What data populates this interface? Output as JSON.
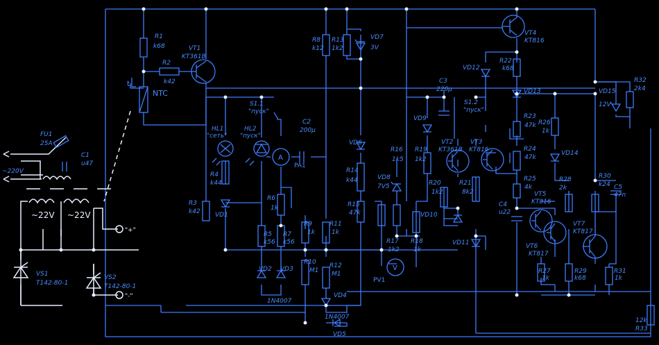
{
  "labels": {
    "R1": "R1",
    "R1_val": "k68",
    "VT1": "VT1",
    "VT1_val": "KT361B",
    "R2": "R2",
    "R2_val": "k42",
    "NTC": "NTC",
    "t": "t",
    "FU1": "FU1",
    "FU1_val": "25A",
    "C1": "C1",
    "C1_val": "u47",
    "mains": "~220V",
    "sec1": "~22V",
    "sec2": "~22V",
    "VS1": "VS1",
    "VS1_val": "T142-80-1",
    "VS2": "VS2",
    "VS2_val": "T142-80-1",
    "term_plus": "\"+\"",
    "term_minus": "\"-\"",
    "HL1": "HL1",
    "HL1_sub": "\"сеть\"",
    "HL2": "HL2",
    "HL2_sub": "\"пуск\"",
    "S11": "S1.1",
    "S11_sub": "\"пуск\"",
    "C2": "C2",
    "C2_val": "200µ",
    "PA1": "PA1",
    "A": "A",
    "R3": "R3",
    "R3_val": "k42",
    "R4": "R4",
    "R4_val": "k44",
    "VD1": "VD1",
    "R5": "R5",
    "R5_val": "k56",
    "R6": "R6",
    "R6_val": "1k",
    "R7": "R7",
    "R7_val": "k56",
    "VD2": "VD2",
    "VD3": "VD3",
    "D_1N4007": "1N4007",
    "R8": "R8",
    "R8_val": "k12",
    "R13": "R13",
    "R13_val": "1k2",
    "VD7": "VD7",
    "VD7_val": "3V",
    "R9": "R9",
    "R9_val": "1k",
    "R10": "R10",
    "R10_val": "M1",
    "R11": "R11",
    "R11_val": "1k",
    "R12": "R12",
    "R12_val": "M1",
    "VD4": "VD4",
    "VD4_val": "1N4007",
    "VD5": "VD5",
    "VD6": "VD6",
    "R14": "R14",
    "R14_val": "k44",
    "R15": "R15",
    "R15_val": "47k",
    "VD8": "VD8",
    "VD8_val": "7V5",
    "R16": "R16",
    "R16_val": "1k5",
    "R17": "R17",
    "R17_val": "1k2",
    "R18": "R18",
    "R18_val": "1k",
    "PV1": "PV1",
    "V": "V",
    "C3": "C3",
    "C3_val": "220µ",
    "VD9": "VD9",
    "R19": "R19",
    "R19_val": "1k2",
    "VT2": "VT2",
    "VT2_val": "KT361B",
    "VT3": "VT3",
    "VT3_val": "KT816",
    "R20": "R20",
    "R20_val": "1k2",
    "R21": "R21",
    "R21_val": "8k2",
    "VD10": "VD10",
    "VD11": "VD11",
    "VD12": "VD12",
    "S12": "S1.2",
    "S12_sub": "\"пуск\"",
    "VT4": "VT4",
    "VT4_val": "KT816",
    "R22": "R22",
    "R22_val": "k68",
    "VD13": "VD13",
    "R23": "R23",
    "R23_val": "47k",
    "R24": "R24",
    "R24_val": "47k",
    "R25": "R25",
    "R25_val": "4k",
    "C4": "C4",
    "C4_val": "u22",
    "VT5": "VT5",
    "VT5_val": "KT816",
    "VT6": "VT6",
    "VT6_val": "KT817",
    "R26": "R26",
    "R26_val": "1k",
    "VD14": "VD14",
    "R27": "R27",
    "R27_val": "1k",
    "R28": "R28",
    "R28_val": "2k",
    "R29": "R29",
    "R29_val": "k68",
    "R30": "R30",
    "R30_val": "k24",
    "C5": "C5",
    "C5_val": "47n",
    "VT7": "VT7",
    "VT7_val": "KT817",
    "R31": "R31",
    "R31_val": "1k",
    "VD15": "VD15",
    "VD15_val": "12V",
    "R32": "R32",
    "R32_val": "2k4",
    "R33": "R33",
    "R33_val": "12k"
  }
}
